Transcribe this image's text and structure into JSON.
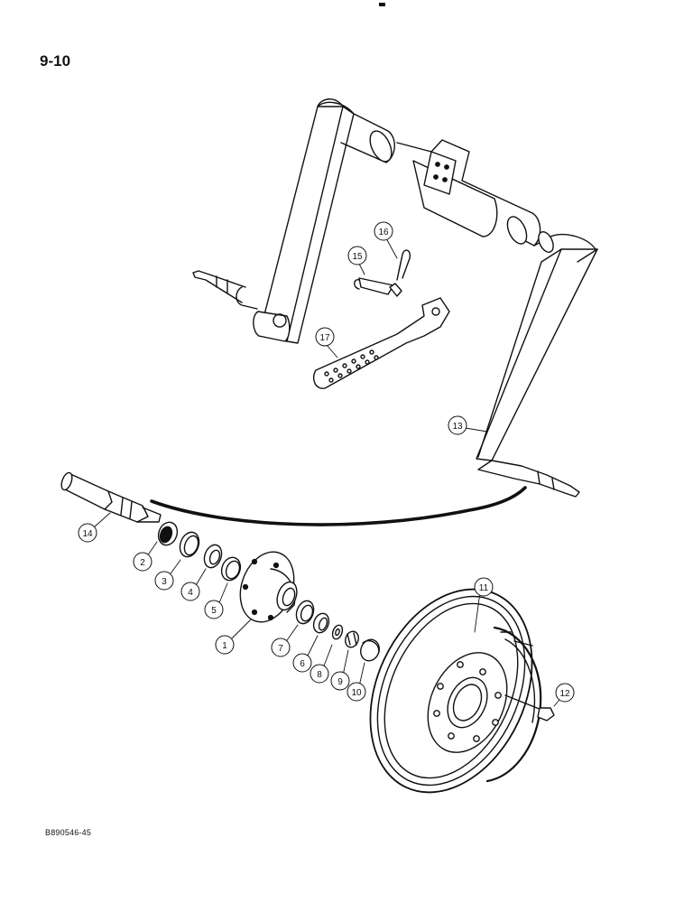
{
  "page": {
    "number": "9-10",
    "figure_code": "B890546-45"
  },
  "callouts": [
    {
      "id": "c1",
      "label": "1"
    },
    {
      "id": "c2",
      "label": "2"
    },
    {
      "id": "c3",
      "label": "3"
    },
    {
      "id": "c4",
      "label": "4"
    },
    {
      "id": "c5",
      "label": "5"
    },
    {
      "id": "c6",
      "label": "6"
    },
    {
      "id": "c7",
      "label": "7"
    },
    {
      "id": "c8",
      "label": "8"
    },
    {
      "id": "c9",
      "label": "9"
    },
    {
      "id": "c10",
      "label": "10"
    },
    {
      "id": "c11",
      "label": "11"
    },
    {
      "id": "c12",
      "label": "12"
    },
    {
      "id": "c13",
      "label": "13"
    },
    {
      "id": "c14",
      "label": "14"
    },
    {
      "id": "c15",
      "label": "15"
    },
    {
      "id": "c16",
      "label": "16"
    },
    {
      "id": "c17",
      "label": "17"
    }
  ]
}
